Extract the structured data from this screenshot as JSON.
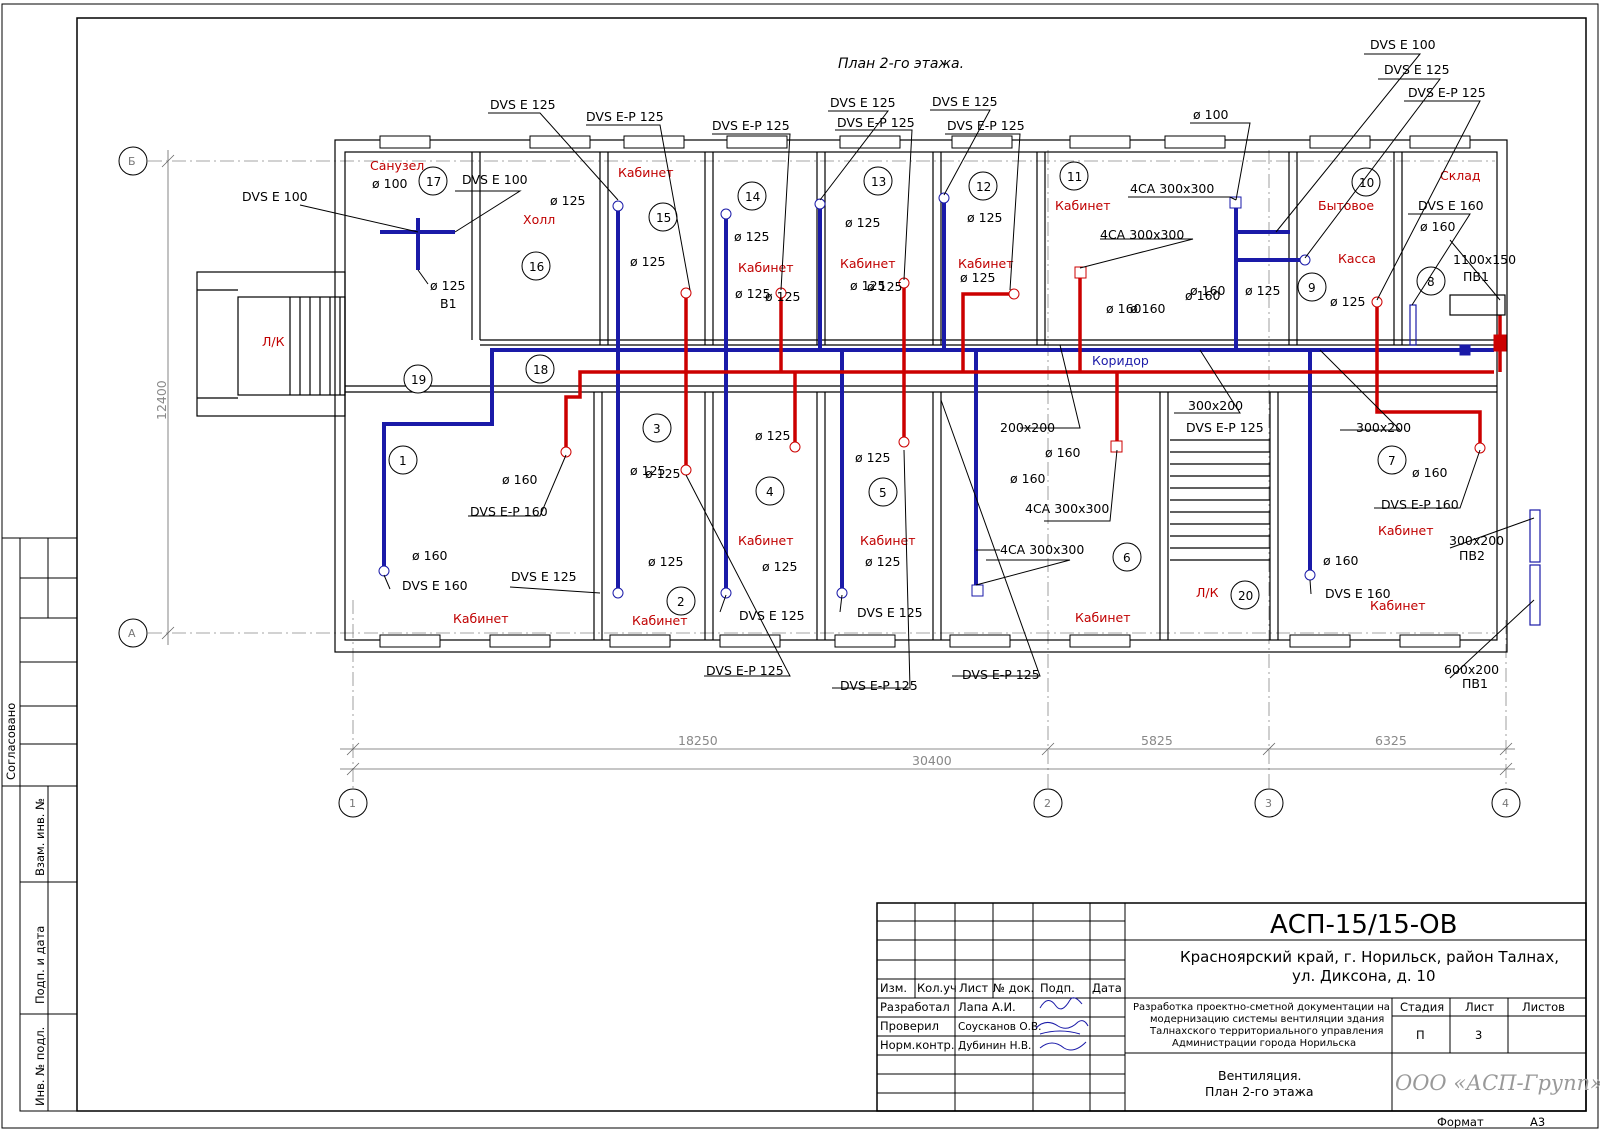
{
  "title": "План 2-го этажа.",
  "axes": {
    "rows": [
      "Б",
      "А"
    ],
    "cols": [
      "1",
      "2",
      "3",
      "4"
    ]
  },
  "dimensions": {
    "height": "12400",
    "d1": "18250",
    "d2": "5825",
    "d3": "6325",
    "total": "30400"
  },
  "rooms": [
    {
      "label": "Санузел"
    },
    {
      "label": "Холл"
    },
    {
      "label": "Кабинет"
    },
    {
      "label": "Кабинет"
    },
    {
      "label": "Кабинет"
    },
    {
      "label": "Кабинет"
    },
    {
      "label": "Кабинет"
    },
    {
      "label": "Бытовое"
    },
    {
      "label": "Склад"
    },
    {
      "label": "Касса"
    },
    {
      "label": "Л/К"
    },
    {
      "label": "Коридор"
    },
    {
      "label": "Кабинет"
    },
    {
      "label": "Кабинет"
    },
    {
      "label": "Кабинет"
    },
    {
      "label": "Кабинет"
    },
    {
      "label": "Кабинет"
    },
    {
      "label": "Кабинет"
    },
    {
      "label": "Л/К"
    },
    {
      "label": "Кабинет"
    }
  ],
  "room_numbers": [
    "17",
    "15",
    "14",
    "13",
    "12",
    "11",
    "10",
    "16",
    "8",
    "9",
    "19",
    "18",
    "3",
    "1",
    "4",
    "5",
    "7",
    "6",
    "2",
    "20"
  ],
  "labels": [
    "DVS E 125",
    "DVS E-P 125",
    "DVS E-P 125",
    "DVS E 125",
    "DVS E-P 125",
    "DVS E 125",
    "DVS E-P 125",
    "DVS E 100",
    "DVS E 125",
    "DVS E-P 125",
    "ø 100",
    "4CA 300x300",
    "DVS E 160",
    "ø 160",
    "1100x150",
    "ПВ1",
    "DVS E 100",
    "ø 100",
    "DVS E 100",
    "ø 125",
    "ø 125",
    "ø 125",
    "ø 125",
    "ø 125",
    "ø 125",
    "В1",
    "ø 125",
    "ø 125",
    "ø 125",
    "ø 125",
    "ø 125",
    "ø 125",
    "ø 125",
    "ø 125",
    "ø 160",
    "ø 160",
    "ø 160",
    "ø 125",
    "4CA 300x300",
    "ø 125",
    "ø 160",
    "DVS E-P 160",
    "200x200",
    "ø 160",
    "300x200",
    "DVS E-P 125",
    "300x200",
    "ø 160",
    "DVS E-P 160",
    "ø 160",
    "4CA 300x300",
    "ø 160",
    "ø 125",
    "ø 125",
    "ø 125",
    "ø 125",
    "ø 160",
    "DVS E 160",
    "DVS E 125",
    "DVS E 125",
    "DVS E 125",
    "4CA 300x300",
    "ø 160",
    "DVS E 160",
    "300x200",
    "ПВ2",
    "DVS E-P 125",
    "DVS E-P 125",
    "DVS E-P 125",
    "600x200",
    "ПВ1"
  ],
  "stamp": {
    "code": "АСП-15/15-ОВ",
    "address1": "Красноярский край, г. Норильск, район Талнах,",
    "address2": "ул. Диксона, д. 10",
    "headers": [
      "Изм.",
      "Кол.уч",
      "Лист",
      "№ док.",
      "Подп.",
      "Дата"
    ],
    "roles": [
      "Разработал",
      "Проверил",
      "Норм.контр."
    ],
    "names": [
      "Лапа А.И.",
      "Соусканов О.В.",
      "Дубинин Н.В."
    ],
    "desc": [
      "Разработка проектно-сметной документации на",
      "модернизацию системы вентиляции здания",
      "Талнахского территориального управления",
      "Администрации города Норильска"
    ],
    "stage_h": "Стадия",
    "sheet_h": "Лист",
    "sheets_h": "Листов",
    "stage": "П",
    "sheet": "3",
    "sheets": "",
    "subtitle1": "Вентиляция.",
    "subtitle2": "План 2-го этажа",
    "company": "ООО «АСП-Групп»",
    "format_label": "Формат",
    "format": "А3"
  },
  "margin": {
    "agreed": "Согласовано",
    "f1": "Взам. инв. №",
    "f2": "Подп. и дата",
    "f3": "Инв. № подл."
  },
  "colors": {
    "supply": "#cc0000",
    "exhaust": "#1a1aa8",
    "room_text": "#c00000"
  }
}
